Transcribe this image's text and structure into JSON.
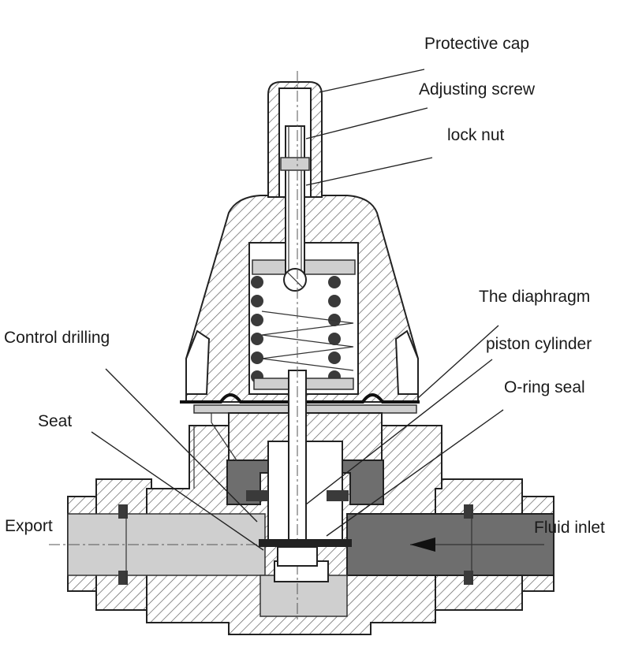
{
  "labels": {
    "protective_cap": "Protective cap",
    "adjusting_screw": "Adjusting screw",
    "lock_nut": "lock nut",
    "diaphragm": "The diaphragm",
    "control_drilling": "Control drilling",
    "piston_cylinder": "piston cylinder",
    "o_ring_seal": "O-ring seal",
    "seat": "Seat",
    "export": "Export",
    "fluid_inlet": "Fluid inlet"
  },
  "colors": {
    "line": "#222222",
    "hatch": "#555555",
    "dark_fill": "#6e6e6e",
    "mid_fill": "#a9a9a9",
    "light_fill": "#cfcfcf"
  }
}
